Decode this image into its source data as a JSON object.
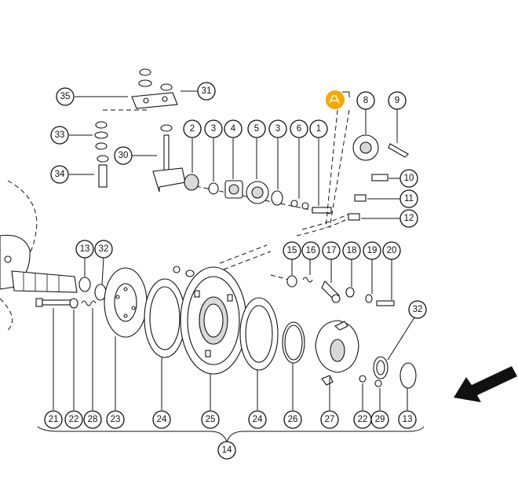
{
  "callouts": [
    {
      "id": "c1",
      "label": "1"
    },
    {
      "id": "c2",
      "label": "2"
    },
    {
      "id": "c3a",
      "label": "3"
    },
    {
      "id": "c3b",
      "label": "3"
    },
    {
      "id": "c4",
      "label": "4"
    },
    {
      "id": "c5",
      "label": "5"
    },
    {
      "id": "c6",
      "label": "6"
    },
    {
      "id": "c8",
      "label": "8"
    },
    {
      "id": "c9",
      "label": "9"
    },
    {
      "id": "c10",
      "label": "10"
    },
    {
      "id": "c11",
      "label": "11"
    },
    {
      "id": "c12",
      "label": "12"
    },
    {
      "id": "c13a",
      "label": "13"
    },
    {
      "id": "c13b",
      "label": "13"
    },
    {
      "id": "c14",
      "label": "14"
    },
    {
      "id": "c15",
      "label": "15"
    },
    {
      "id": "c16",
      "label": "16"
    },
    {
      "id": "c17",
      "label": "17"
    },
    {
      "id": "c18",
      "label": "18"
    },
    {
      "id": "c19",
      "label": "19"
    },
    {
      "id": "c20",
      "label": "20"
    },
    {
      "id": "c21",
      "label": "21"
    },
    {
      "id": "c22a",
      "label": "22"
    },
    {
      "id": "c22b",
      "label": "22"
    },
    {
      "id": "c23",
      "label": "23"
    },
    {
      "id": "c24a",
      "label": "24"
    },
    {
      "id": "c24b",
      "label": "24"
    },
    {
      "id": "c25",
      "label": "25"
    },
    {
      "id": "c26",
      "label": "26"
    },
    {
      "id": "c27",
      "label": "27"
    },
    {
      "id": "c28",
      "label": "28"
    },
    {
      "id": "c29",
      "label": "29"
    },
    {
      "id": "c30",
      "label": "30"
    },
    {
      "id": "c31",
      "label": "31"
    },
    {
      "id": "c32a",
      "label": "32"
    },
    {
      "id": "c32b",
      "label": "32"
    },
    {
      "id": "c33",
      "label": "33"
    },
    {
      "id": "c34",
      "label": "34"
    },
    {
      "id": "c35",
      "label": "35"
    }
  ],
  "colors": {
    "marker": "#f5a800",
    "ink": "#111111"
  },
  "marker_icon": "chain-link-marker-icon",
  "direction_icon": "direction-arrow-icon"
}
